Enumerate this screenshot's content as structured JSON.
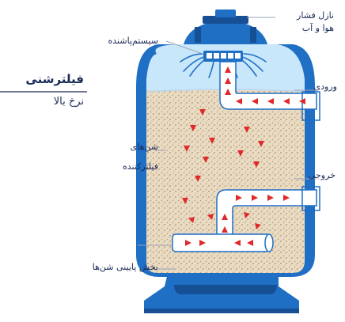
{
  "title": "فیلترشنی",
  "subtitle": "نرخ بالا",
  "labels": {
    "pressure_nozzle": [
      "نازل فشار",
      "هوا و آب"
    ],
    "sprinkler": "سیستم‌پاشنده",
    "inlet": "ورودی",
    "media": [
      "شن‌های",
      "فیلترکننده"
    ],
    "outlet": "خروجی",
    "underdrain": "بخش پایینی شن‌ها"
  },
  "colors": {
    "tank": "#1f6fc5",
    "tank_dark": "#174f95",
    "water": "#c9e7fb",
    "sand": "#eadbc3",
    "pipe": "#ffffff",
    "arrow": "#e02a2a",
    "text": "#1a2a57",
    "leader": "#9aa3b8"
  }
}
